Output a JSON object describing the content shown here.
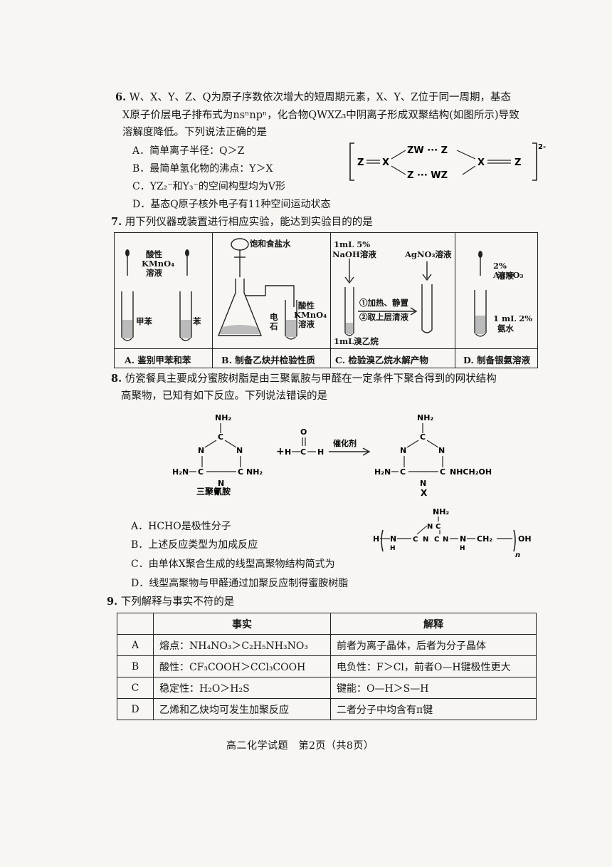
{
  "q6": {
    "number": "6.",
    "stem1": "W、X、Y、Z、Q为原子序数依次增大的短周期元素，X、Y、Z位于同一周期，基态",
    "stem2": "X原子价层电子排布式为nsⁿnpⁿ，化合物QWXZ₃中阴离子形成双聚结构(如图所示)导致",
    "stem3": "溶解度降低。下列说法正确的是",
    "options": [
      "A．简单离子半径：Q＞Z",
      "B．最简单氢化物的沸点：Y＞X",
      "C．YZ₂⁻和Y₃⁻的空间构型均为V形",
      "D．基态Q原子核外电子有11种空间运动状态"
    ],
    "structure": {
      "left_z": "Z",
      "left_x": "X",
      "top_left": "ZW ··· Z",
      "bottom_left": "Z ··· WZ",
      "right_x": "X",
      "right_z": "Z",
      "charge": "2-"
    }
  },
  "q7": {
    "number": "7.",
    "stem": "用下列仪器或装置进行相应实验，能达到实验目的的是",
    "panels": [
      {
        "labels": [
          "酸性",
          "KMnO₄",
          "溶液",
          "甲苯",
          "苯"
        ],
        "caption": "A. 鉴别甲苯和苯"
      },
      {
        "labels": [
          "饱和食盐水",
          "电",
          "石",
          "酸性",
          "KMnO₄",
          "溶液"
        ],
        "caption": "B. 制备乙炔并检验性质"
      },
      {
        "labels": [
          "1mL 5%",
          "NaOH溶液",
          "AgNO₃溶液",
          "①加热、静置",
          "②取上层清液",
          "1mL溴乙烷"
        ],
        "caption": "C. 检验溴乙烷水解产物"
      },
      {
        "labels": [
          "2% AgNO₃",
          "溶液",
          "1 mL 2%",
          "氨水"
        ],
        "caption": "D. 制备银氨溶液"
      }
    ]
  },
  "q8": {
    "number": "8.",
    "stem1": "仿瓷餐具主要成分蜜胺树脂是由三聚氰胺与甲醛在一定条件下聚合得到的网状结构",
    "stem2": "高聚物，已知有如下反应。下列说法错误的是",
    "reaction": {
      "nh2_top": "NH₂",
      "ring_n": "N",
      "ring_c": "C",
      "left_nh2": "H₂N",
      "right_nh2": "NH₂",
      "melamine": "三聚氰胺",
      "plus": "+",
      "h": "H",
      "o": "O",
      "catalyst": "催化剂",
      "nhch2oh": "NHCH₂OH",
      "x": "X"
    },
    "options": [
      "A．HCHO是极性分子",
      "B．上述反应类型为加成反应",
      "C．由单体X聚合生成的线型高聚物结构简式为",
      "D．线型高聚物与甲醛通过加聚反应制得蜜胺树脂"
    ],
    "polymer": {
      "h": "H",
      "n_h": "N",
      "h_sub": "H",
      "ch2": "CH₂",
      "oh": "OH",
      "n": "n"
    }
  },
  "q9": {
    "number": "9.",
    "stem": "下列解释与事实不符的是",
    "headers": [
      "",
      "事实",
      "解释"
    ],
    "rows": [
      [
        "A",
        "熔点：NH₄NO₃＞C₂H₅NH₃NO₃",
        "前者为离子晶体，后者为分子晶体"
      ],
      [
        "B",
        "酸性：CF₃COOH＞CCl₃COOH",
        "电负性：F＞Cl，前者O—H键极性更大"
      ],
      [
        "C",
        "稳定性：H₂O＞H₂S",
        "键能：O—H＞S—H"
      ],
      [
        "D",
        "乙烯和乙炔均可发生加聚反应",
        "二者分子中均含有π键"
      ]
    ]
  },
  "footer": "高二化学试题　第2页（共8页）"
}
